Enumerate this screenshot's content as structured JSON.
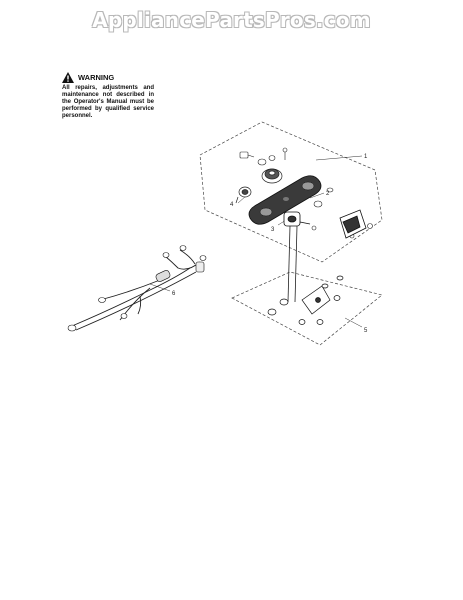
{
  "watermark": "AppliancePartsPros.com",
  "warning": {
    "title": "WARNING",
    "text": "All repairs, adjustments and maintenance not described in the Operator's Manual must be performed by qualified service personnel."
  },
  "callouts": {
    "c1": "1",
    "c2": "2",
    "c3": "3",
    "c4": "4",
    "c5": "5",
    "c6": "6"
  }
}
